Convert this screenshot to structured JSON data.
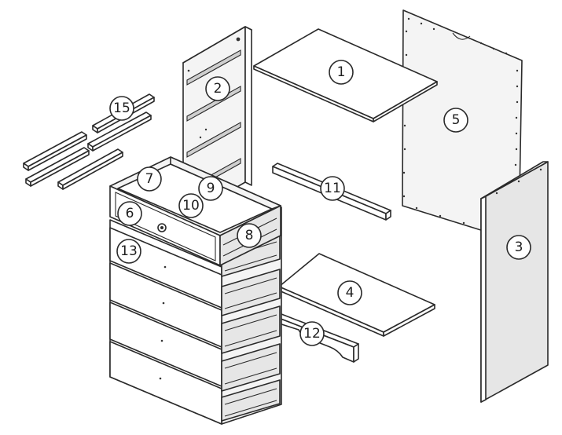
{
  "callouts": {
    "c1": "1",
    "c2": "2",
    "c3": "3",
    "c4": "4",
    "c5": "5",
    "c6": "6",
    "c7": "7",
    "c8": "8",
    "c9": "9",
    "c10": "10",
    "c11": "11",
    "c12": "12",
    "c13": "13",
    "c15": "15"
  }
}
